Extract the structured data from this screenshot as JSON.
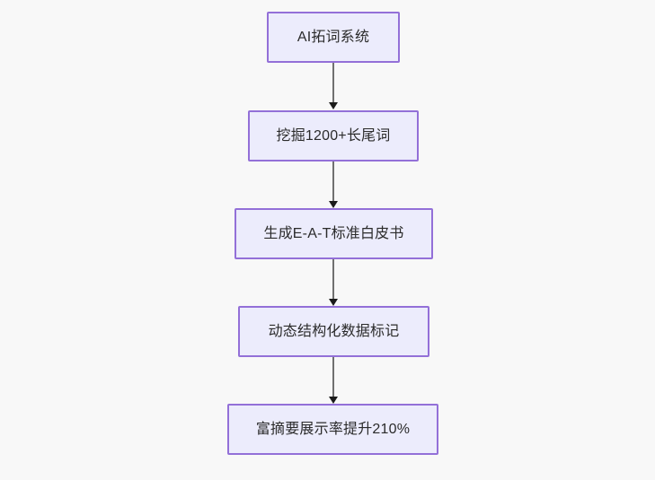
{
  "diagram": {
    "type": "flowchart",
    "direction": "top-to-bottom",
    "background_color": "#f8f8f8",
    "node_fill_color": "#ececfc",
    "node_border_color": "#9370d8",
    "node_text_color": "#2b2b2b",
    "edge_color": "#707070",
    "arrowhead_color": "#1a1a1a",
    "nodes": [
      {
        "id": "n1",
        "label": "AI拓词系统"
      },
      {
        "id": "n2",
        "label": "挖掘1200+长尾词"
      },
      {
        "id": "n3",
        "label": "生成E-A-T标准白皮书"
      },
      {
        "id": "n4",
        "label": "动态结构化数据标记"
      },
      {
        "id": "n5",
        "label": "富摘要展示率提升210%"
      }
    ],
    "edges": [
      {
        "from": "n1",
        "to": "n2"
      },
      {
        "from": "n2",
        "to": "n3"
      },
      {
        "from": "n3",
        "to": "n4"
      },
      {
        "from": "n4",
        "to": "n5"
      }
    ]
  }
}
